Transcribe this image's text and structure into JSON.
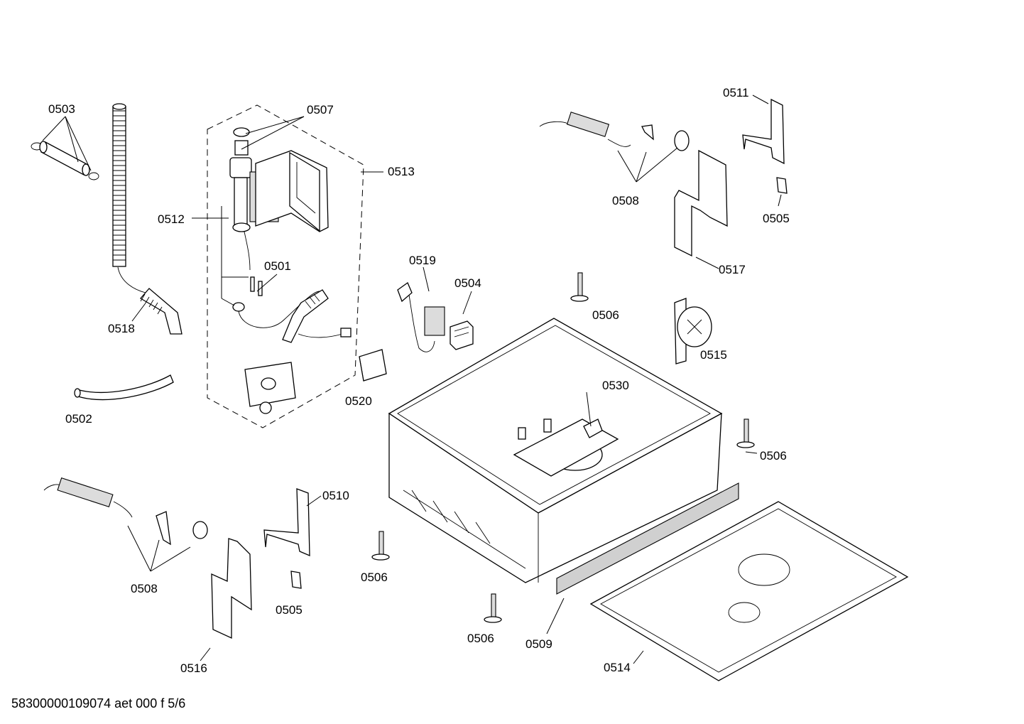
{
  "labels": {
    "l0503": "0503",
    "l0507": "0507",
    "l0513": "0513",
    "l0512": "0512",
    "l0501": "0501",
    "l0518": "0518",
    "l0502": "0502",
    "l0519": "0519",
    "l0504": "0504",
    "l0520": "0520",
    "l0508_top": "0508",
    "l0511": "0511",
    "l0505_top": "0505",
    "l0517": "0517",
    "l0506_a": "0506",
    "l0515": "0515",
    "l0530": "0530",
    "l0506_b": "0506",
    "l0510": "0510",
    "l0508_bottom": "0508",
    "l0505_bottom": "0505",
    "l0516": "0516",
    "l0506_c": "0506",
    "l0506_d": "0506",
    "l0509": "0509",
    "l0514": "0514"
  },
  "document_id": "58300000109074 aet 000 f 5/6"
}
